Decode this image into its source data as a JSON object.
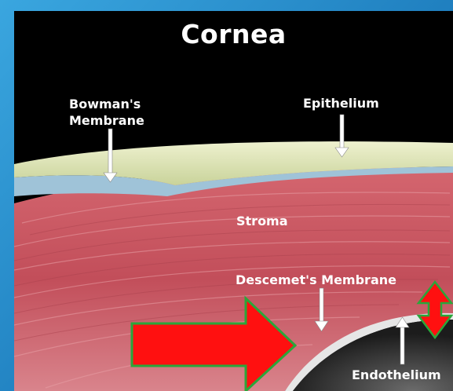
{
  "title": "Cornea",
  "labels": {
    "bowman_line1": "Bowman's",
    "bowman_line2": "Membrane",
    "epithelium": "Epithelium",
    "stroma": "Stroma",
    "descemet": "Descemet's Membrane",
    "endothelium": "Endothelium"
  },
  "colors": {
    "background": "#000000",
    "frame": "#2b8fc9",
    "epithelium": "#dfe6b8",
    "bowman": "#9fc3d8",
    "stroma": "#c8525f",
    "endothelium": "#e6e6e6",
    "big_arrow": "#ff1010",
    "big_arrow_outline": "#2aa63a"
  }
}
